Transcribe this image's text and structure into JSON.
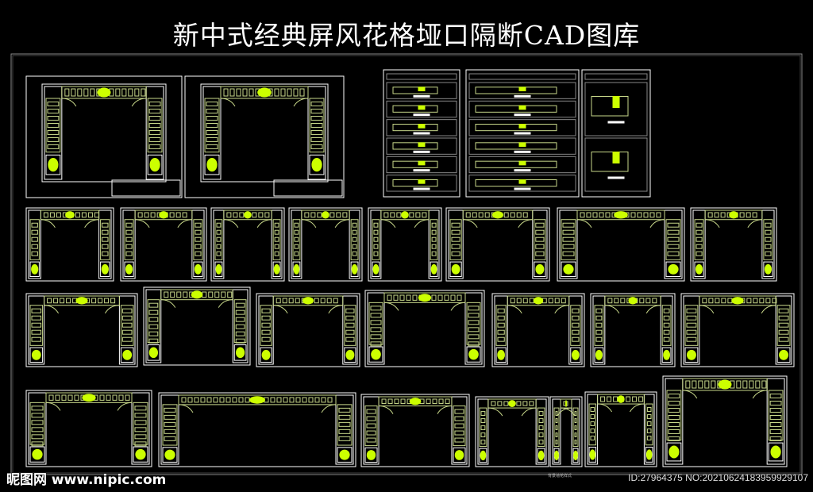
{
  "title": "新中式经典屏风花格垭口隔断CAD图库",
  "watermark": "昵图网 www.nipic.com",
  "image_id": "ID:27964375 NO:20210624183959929107",
  "caption": "背景墙花样式",
  "colors": {
    "background": "#000000",
    "line": "#ffffff",
    "lattice": "#c8d88a",
    "ornament": "#ccff00",
    "frame": "#8a8a8a"
  }
}
